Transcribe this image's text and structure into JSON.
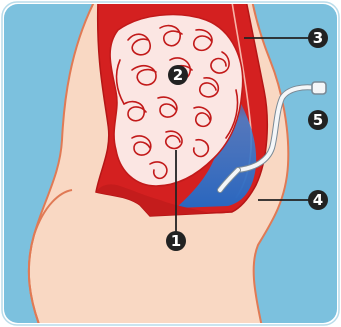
{
  "colors": {
    "background_blue": "#7cc1de",
    "frame_border": "#8fc9e2",
    "skin": "#f9d8c3",
    "skin_outline": "#e07a55",
    "cavity_red": "#d42020",
    "intestine_fill": "#fbe6e3",
    "intestine_outline": "#c21a1a",
    "dialysate_blue": "#2f73c9",
    "catheter_white": "#f4f6f8",
    "callout_dark": "#222222",
    "callout_text": "#ffffff"
  },
  "callouts": [
    {
      "number": "1",
      "target": "intestines"
    },
    {
      "number": "2",
      "target": "intestine-coil"
    },
    {
      "number": "3",
      "target": "peritoneal-membrane"
    },
    {
      "number": "4",
      "target": "abdominal-wall"
    },
    {
      "number": "5",
      "target": "catheter"
    }
  ]
}
